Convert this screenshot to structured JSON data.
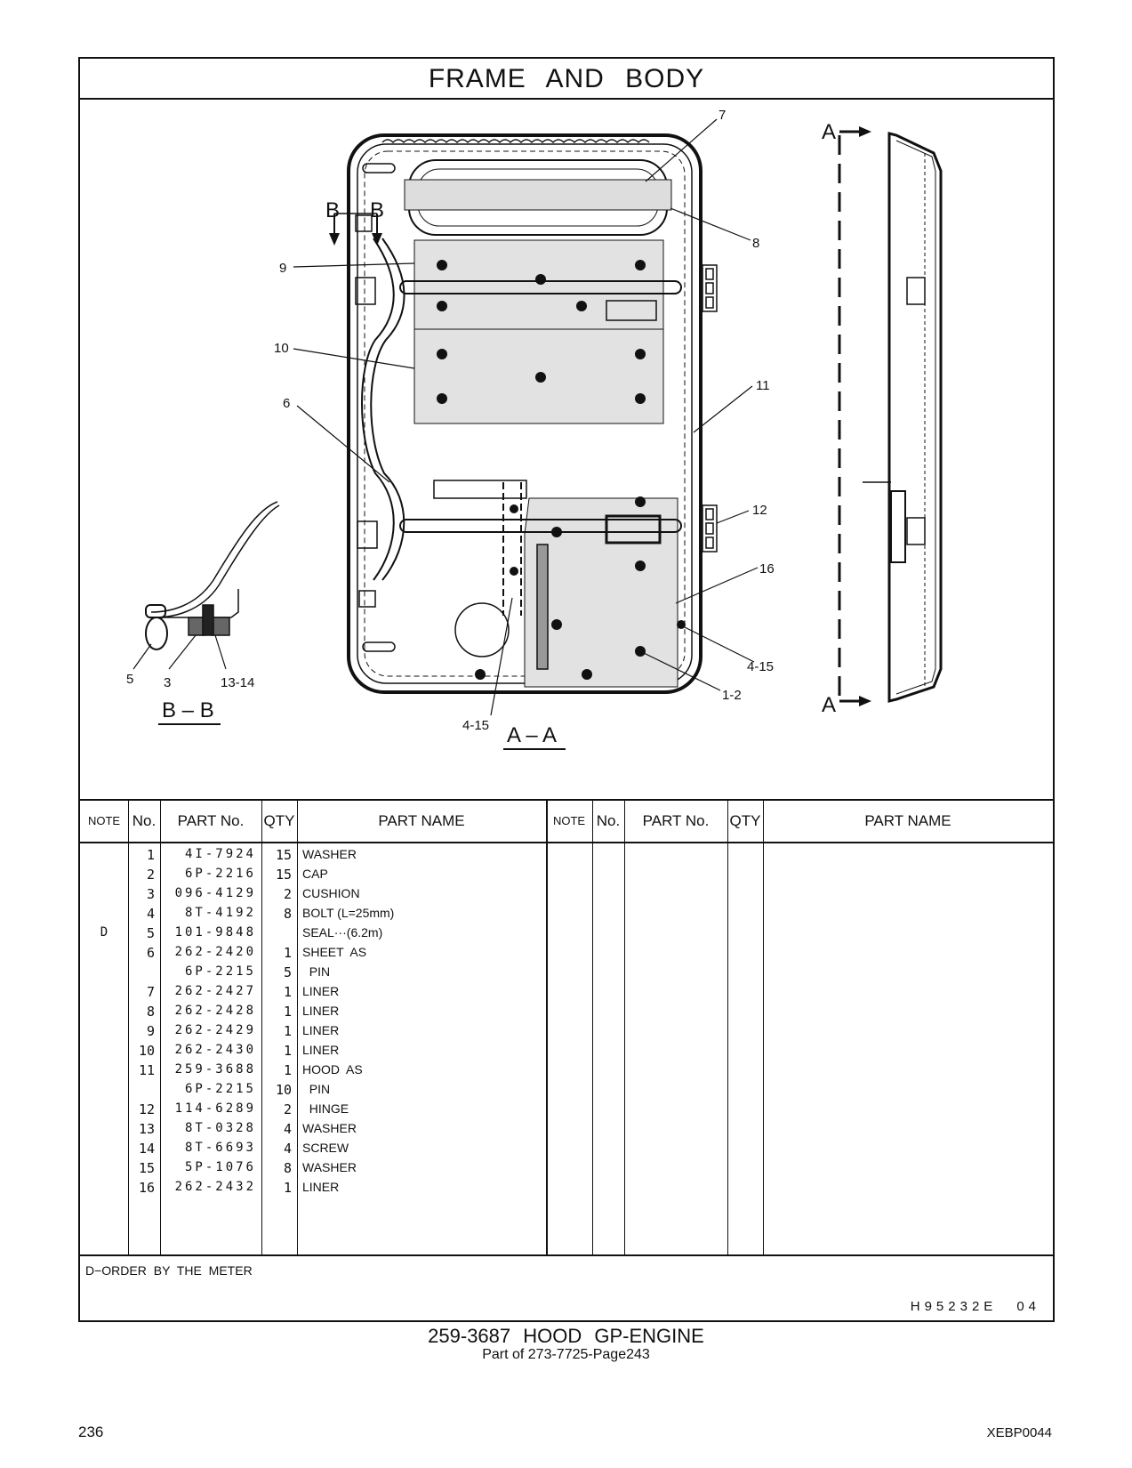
{
  "page_title": "FRAME AND BODY",
  "drawing": {
    "callouts": [
      "7",
      "8",
      "9",
      "10",
      "6",
      "11",
      "12",
      "16",
      "4-15",
      "1-2",
      "4-15",
      "5",
      "3",
      "13-14"
    ],
    "section_marks": {
      "a_top": "A",
      "a_bottom": "A",
      "b_left": "B",
      "b_right": "B"
    },
    "view_labels": {
      "aa": "A – A",
      "bb": "B – B"
    }
  },
  "table": {
    "headers": {
      "note": "NOTE",
      "no": "No.",
      "part_no": "PART No.",
      "qty": "QTY",
      "part_name": "PART NAME"
    },
    "rows": [
      {
        "note": "",
        "no": "1",
        "part_no": "4I-7924",
        "qty": "15",
        "name": "WASHER"
      },
      {
        "note": "",
        "no": "2",
        "part_no": "6P-2216",
        "qty": "15",
        "name": "CAP"
      },
      {
        "note": "",
        "no": "3",
        "part_no": "096-4129",
        "qty": "2",
        "name": "CUSHION"
      },
      {
        "note": "",
        "no": "4",
        "part_no": "8T-4192",
        "qty": "8",
        "name": "BOLT (L=25mm)"
      },
      {
        "note": "D",
        "no": "5",
        "part_no": "101-9848",
        "qty": "",
        "name": "SEAL···(6.2m)"
      },
      {
        "note": "",
        "no": "6",
        "part_no": "262-2420",
        "qty": "1",
        "name": "SHEET  AS"
      },
      {
        "note": "",
        "no": "",
        "part_no": "6P-2215",
        "qty": "5",
        "name": "  PIN"
      },
      {
        "note": "",
        "no": "7",
        "part_no": "262-2427",
        "qty": "1",
        "name": "LINER"
      },
      {
        "note": "",
        "no": "8",
        "part_no": "262-2428",
        "qty": "1",
        "name": "LINER"
      },
      {
        "note": "",
        "no": "9",
        "part_no": "262-2429",
        "qty": "1",
        "name": "LINER"
      },
      {
        "note": "",
        "no": "10",
        "part_no": "262-2430",
        "qty": "1",
        "name": "LINER"
      },
      {
        "note": "",
        "no": "11",
        "part_no": "259-3688",
        "qty": "1",
        "name": "HOOD  AS"
      },
      {
        "note": "",
        "no": "",
        "part_no": "6P-2215",
        "qty": "10",
        "name": "  PIN"
      },
      {
        "note": "",
        "no": "12",
        "part_no": "114-6289",
        "qty": "2",
        "name": "  HINGE"
      },
      {
        "note": "",
        "no": "13",
        "part_no": "8T-0328",
        "qty": "4",
        "name": "WASHER"
      },
      {
        "note": "",
        "no": "14",
        "part_no": "8T-6693",
        "qty": "4",
        "name": "SCREW"
      },
      {
        "note": "",
        "no": "15",
        "part_no": "5P-1076",
        "qty": "8",
        "name": "WASHER"
      },
      {
        "note": "",
        "no": "16",
        "part_no": "262-2432",
        "qty": "1",
        "name": "LINER"
      }
    ]
  },
  "footnote": "D−ORDER BY THE METER",
  "drawing_code": "H95232E",
  "drawing_rev": "04",
  "caption_main": "259-3687 HOOD GP-ENGINE",
  "caption_sub": "Part of 273-7725-Page243",
  "page_number": "236",
  "doc_id": "XEBP0044"
}
